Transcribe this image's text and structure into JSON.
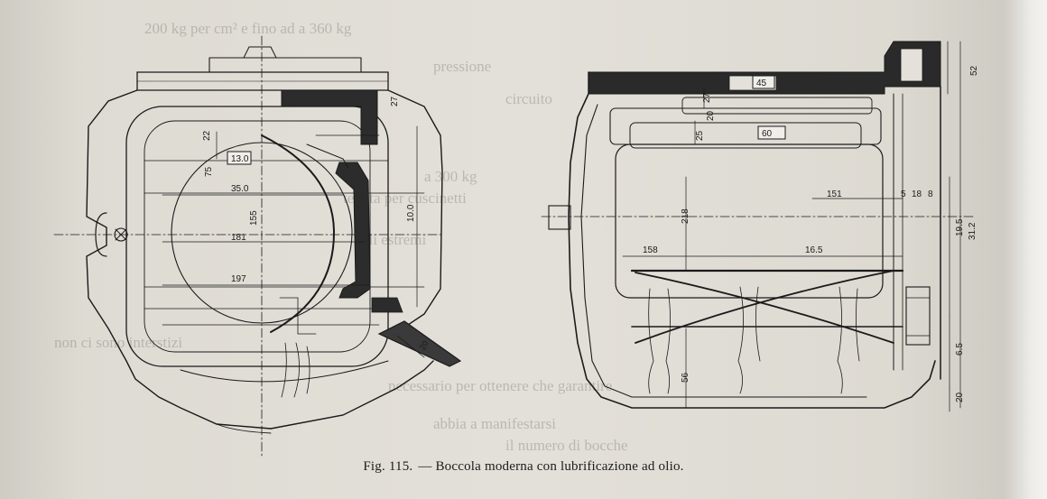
{
  "caption": {
    "number": "Fig. 115.",
    "text": "— Boccola moderna con lubrificazione ad olio."
  },
  "left_view": {
    "dimensions": [
      "22",
      "13.0",
      "75",
      "35.0",
      "155",
      "181",
      "197",
      "10.0",
      "27"
    ]
  },
  "right_view": {
    "dimensions": [
      "45",
      "27",
      "20",
      "60",
      "25",
      "151",
      "5",
      "18",
      "8",
      "52",
      "218",
      "158",
      "16.5",
      "19.5",
      "31.2",
      "6.5",
      "56",
      "20"
    ]
  },
  "background_text": [
    "200 kg per cm² e fino ad a 360 kg",
    "pressione",
    "circuito",
    "a 300 kg",
    "tenuta per cuscinetti",
    "gli estremi",
    "non ci sono interstizi",
    "necessario per ottenere che garantire",
    "abbia a manifestarsi",
    "il numero di bocche"
  ]
}
